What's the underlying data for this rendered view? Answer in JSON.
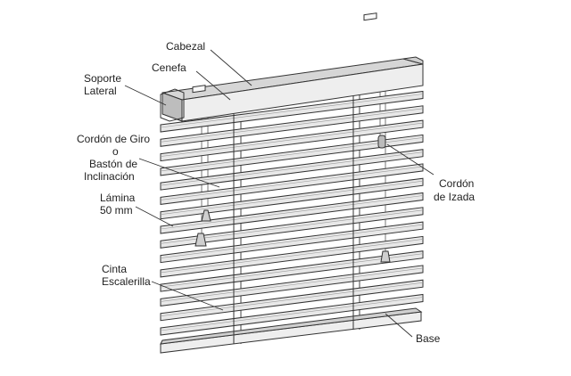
{
  "labels": {
    "cabezal": "Cabezal",
    "cenefa": "Cenefa",
    "soporte_lateral": [
      "Soporte",
      "Lateral"
    ],
    "cordon_giro": [
      "Cordón de Giro",
      "o",
      "Bastón de",
      "Inclinación"
    ],
    "lamina": [
      "Lámina",
      "50 mm"
    ],
    "cinta_escalerilla": [
      "Cinta",
      "Escalerilla"
    ],
    "cordon_izada": [
      "Cordón",
      "de Izada"
    ],
    "base": "Base"
  },
  "slats": {
    "count": 15
  },
  "colors": {
    "outline": "#333333",
    "slat_fill": "#e8e8e8",
    "headrail_fill": "#eeeeee",
    "text": "#222222",
    "background": "#ffffff"
  }
}
